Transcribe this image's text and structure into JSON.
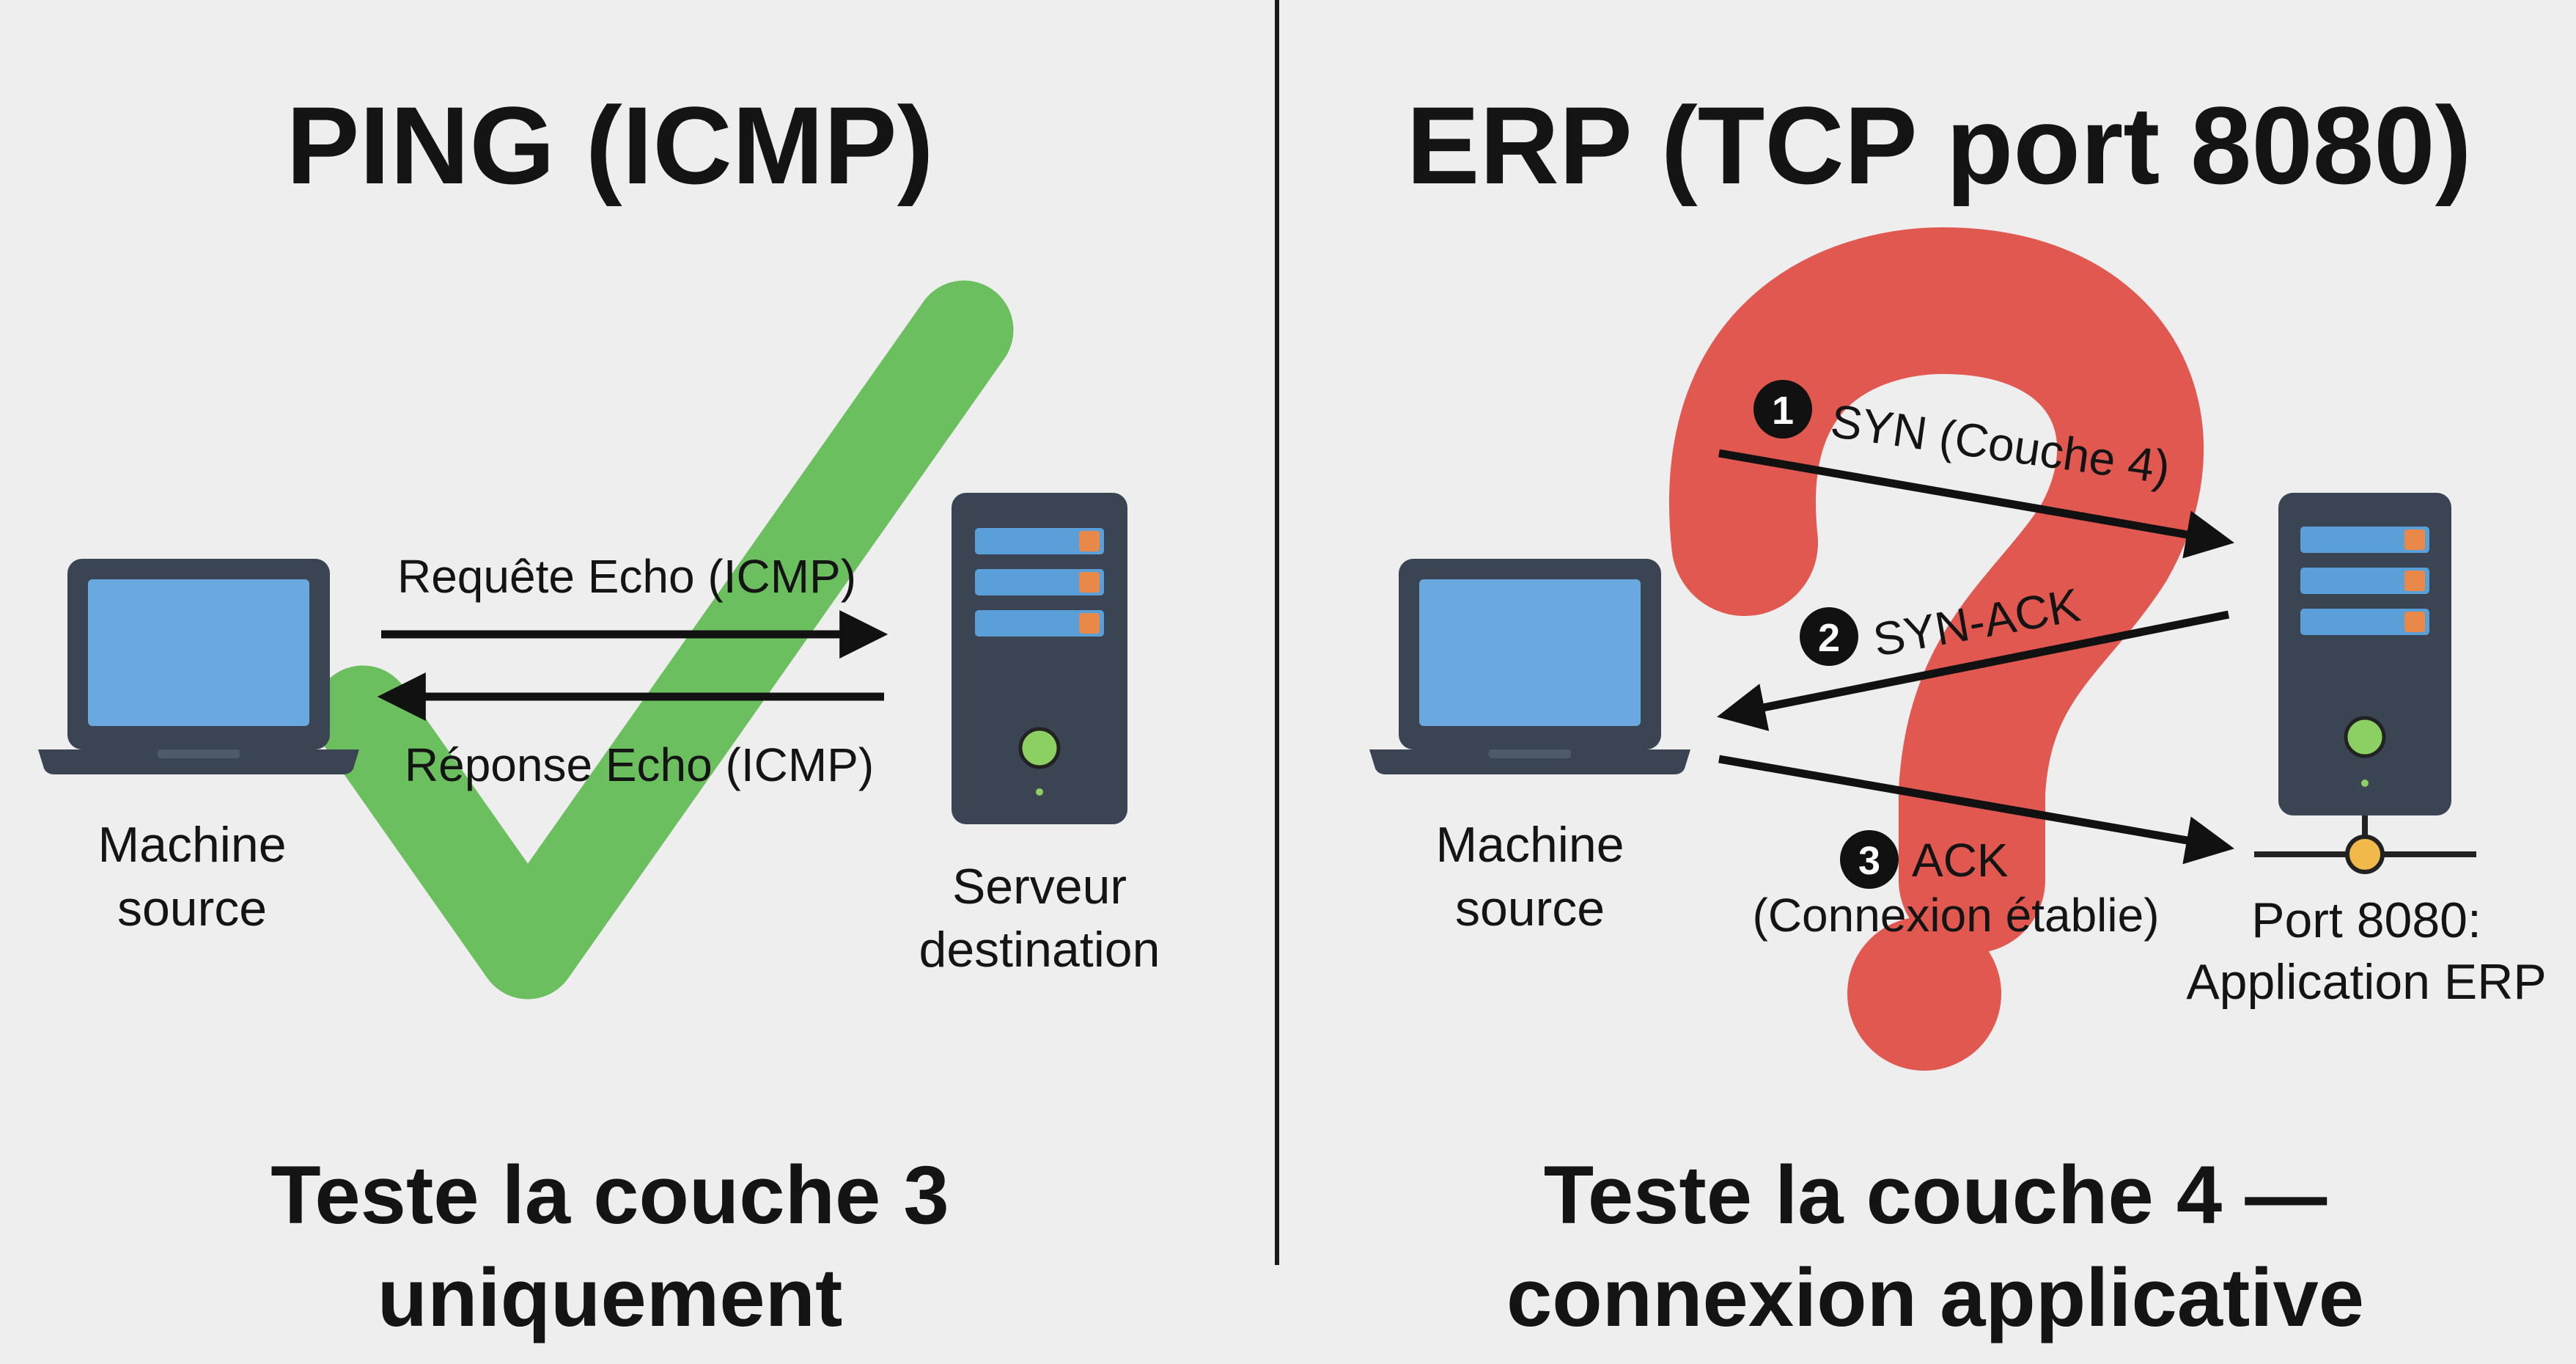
{
  "left_panel": {
    "title": "PING (ICMP)",
    "request_label": "Requête Echo (ICMP)",
    "reply_label": "Réponse Echo (ICMP)",
    "source_label_line1": "Machine",
    "source_label_line2": "source",
    "server_label_line1": "Serveur",
    "server_label_line2": "destination",
    "caption_line1": "Teste la couche 3",
    "caption_line2": "uniquement",
    "check_icon": "check-icon",
    "check_color": "#6bbf5e"
  },
  "right_panel": {
    "title": "ERP (TCP port 8080)",
    "step1_number": "1",
    "step1_label": "SYN (Couche 4)",
    "step2_number": "2",
    "step2_label": "SYN-ACK",
    "step3_number": "3",
    "step3_label": "ACK",
    "step3_sublabel": "(Connexion établie)",
    "source_label_line1": "Machine",
    "source_label_line2": "source",
    "port_label_line1": "Port 8080:",
    "port_label_line2": "Application ERP",
    "caption_line1": "Teste la couche 4 —",
    "caption_line2": "connexion applicative",
    "question_icon": "question-mark-icon",
    "question_color": "#e0584f"
  },
  "colors": {
    "background": "#eeeeee",
    "screen": "#6aa9df",
    "device_dark": "#3a4452",
    "server_slot": "#5b9fd8",
    "server_led_orange": "#e8894a",
    "power_led": "#8ccf62",
    "port_node": "#f0b94a"
  }
}
